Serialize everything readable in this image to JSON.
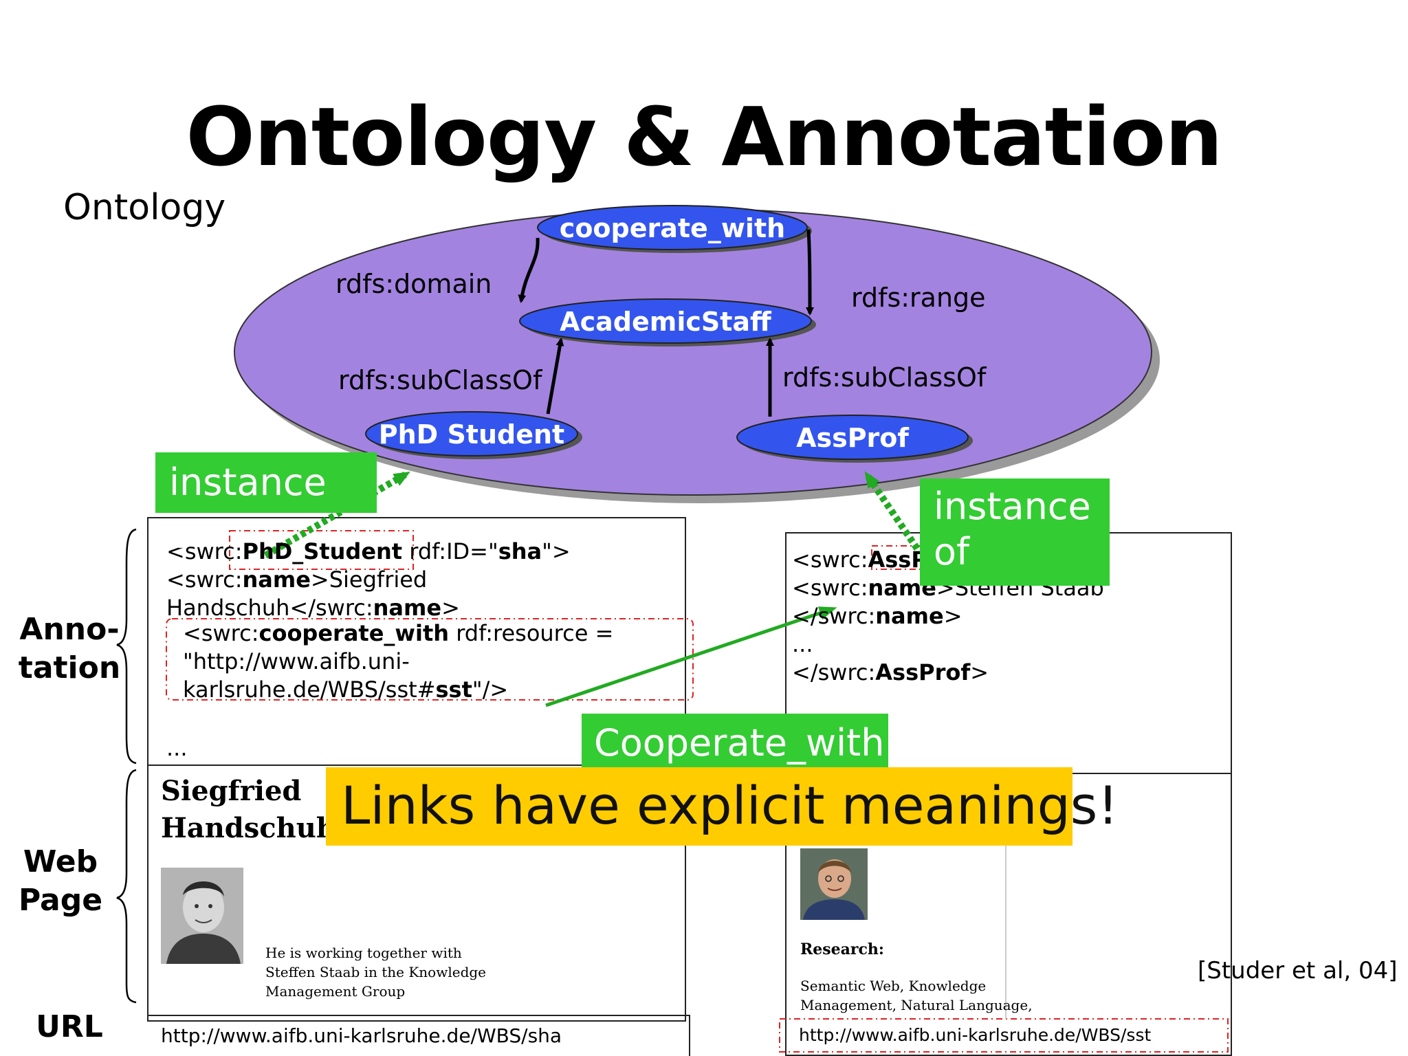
{
  "title": "Ontology & Annotation",
  "labels": {
    "ontology": "Ontology",
    "annotation_l1": "Anno-",
    "annotation_l2": "tation",
    "webpage_l1": "Web",
    "webpage_l2": "Page",
    "url": "URL"
  },
  "ontology": {
    "nodes": {
      "cooperate_with": "cooperate_with",
      "academic_staff": "AcademicStaff",
      "phd_student": "PhD Student",
      "assprof": "AssProf"
    },
    "relations": {
      "domain": "rdfs:domain",
      "range": "rdfs:range",
      "subclass_left": "rdfs:subClassOf",
      "subclass_right": "rdfs:subClassOf"
    },
    "colors": {
      "ellipse": "#a383e0",
      "node": "#3355ee"
    }
  },
  "annotation_left": {
    "l1_a": "<swrc:",
    "l1_b": "PhD_Student",
    "l1_c": " rdf:ID=\"",
    "l1_d": "sha",
    "l1_e": "\">",
    "l2_a": " <swrc:",
    "l2_b": "name",
    "l2_c": ">Siegfried",
    "l3_a": "Handschuh</swrc:",
    "l3_b": "name",
    "l3_c": ">",
    "l4_a": " <swrc:",
    "l4_b": "cooperate_with",
    "l4_c": " rdf:resource =",
    "l5": "   \"http://www.aifb.uni-",
    "l6_a": " karlsruhe.de/WBS/sst#",
    "l6_b": "sst",
    "l6_c": "\"/>",
    "l7": "..."
  },
  "annotation_right": {
    "l1_a": "<swrc:",
    "l1_b": "AssPr",
    "l2_a": "  <swrc:",
    "l2_b": "name",
    "l2_c": ">Steffen Staab",
    "l3_a": "  </swrc:",
    "l3_b": "name",
    "l3_c": ">",
    "l4": "...",
    "l5_a": "</swrc:",
    "l5_b": "AssProf",
    "l5_c": ">"
  },
  "webpage_left": {
    "name_l1": "Siegfried",
    "name_l2": "Handschuh",
    "caption_l1": "He is working together with",
    "caption_l2": "Steffen Staab in the Knowledge",
    "caption_l3": "Management Group"
  },
  "webpage_right": {
    "research_heading": "Research:",
    "research_l1": "Semantic Web, Knowledge",
    "research_l2": "Management, Natural Language,"
  },
  "urls": {
    "left": "http://www.aifb.uni-karlsruhe.de/WBS/sha",
    "right": "http://www.aifb.uni-karlsruhe.de/WBS/sst"
  },
  "callouts": {
    "instance_of_left": "instance of",
    "instance_of_right_l1": "instance",
    "instance_of_right_l2": "of",
    "cooperate_with": "Cooperate_with",
    "links_meaning": "Links have explicit meanings!"
  },
  "citation": "[Studer et al, 04]"
}
